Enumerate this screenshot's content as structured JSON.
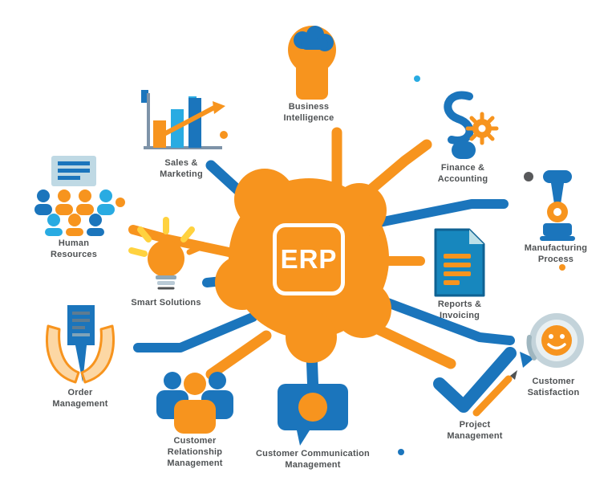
{
  "diagram": {
    "center": {
      "label": "ERP"
    },
    "modules": [
      {
        "name": "business-intelligence",
        "icon": "head-brain-icon",
        "label_lines": [
          "Business",
          "Intelligence"
        ]
      },
      {
        "name": "sales-marketing",
        "icon": "bar-chart-icon",
        "label_lines": [
          "Sales &",
          "Marketing"
        ]
      },
      {
        "name": "human-resources",
        "icon": "people-list-icon",
        "label_lines": [
          "Human",
          "Resources"
        ]
      },
      {
        "name": "smart-solutions",
        "icon": "lightbulb-icon",
        "label_lines": [
          "Smart Solutions"
        ]
      },
      {
        "name": "order-management",
        "icon": "hands-document-icon",
        "label_lines": [
          "Order",
          "Management"
        ]
      },
      {
        "name": "customer-relationship",
        "icon": "customers-icon",
        "label_lines": [
          "Customer Relationship",
          "Management"
        ]
      },
      {
        "name": "customer-communication",
        "icon": "chat-bubble-icon",
        "label_lines": [
          "Customer Communication",
          "Management"
        ]
      },
      {
        "name": "project-management",
        "icon": "check-pencil-icon",
        "label_lines": [
          "Project",
          "Management"
        ]
      },
      {
        "name": "customer-satisfaction",
        "icon": "smiley-face-icon",
        "label_lines": [
          "Customer",
          "Satisfaction"
        ]
      },
      {
        "name": "manufacturing-process",
        "icon": "piston-icon",
        "label_lines": [
          "Manufacturing",
          "Process"
        ]
      },
      {
        "name": "finance-accounting",
        "icon": "dollar-gear-icon",
        "label_lines": [
          "Finance &",
          "Accounting"
        ]
      },
      {
        "name": "reports-invoicing",
        "icon": "document-icon",
        "label_lines": [
          "Reports &",
          "Invoicing"
        ]
      }
    ],
    "colors": {
      "orange": "#F7941E",
      "blue": "#1B75BC",
      "light_blue": "#29ABE2",
      "pale_blue": "#BFD9E4",
      "yellow": "#FFD23F",
      "dark_text": "#4F5254",
      "white": "#FFFFFF"
    }
  }
}
